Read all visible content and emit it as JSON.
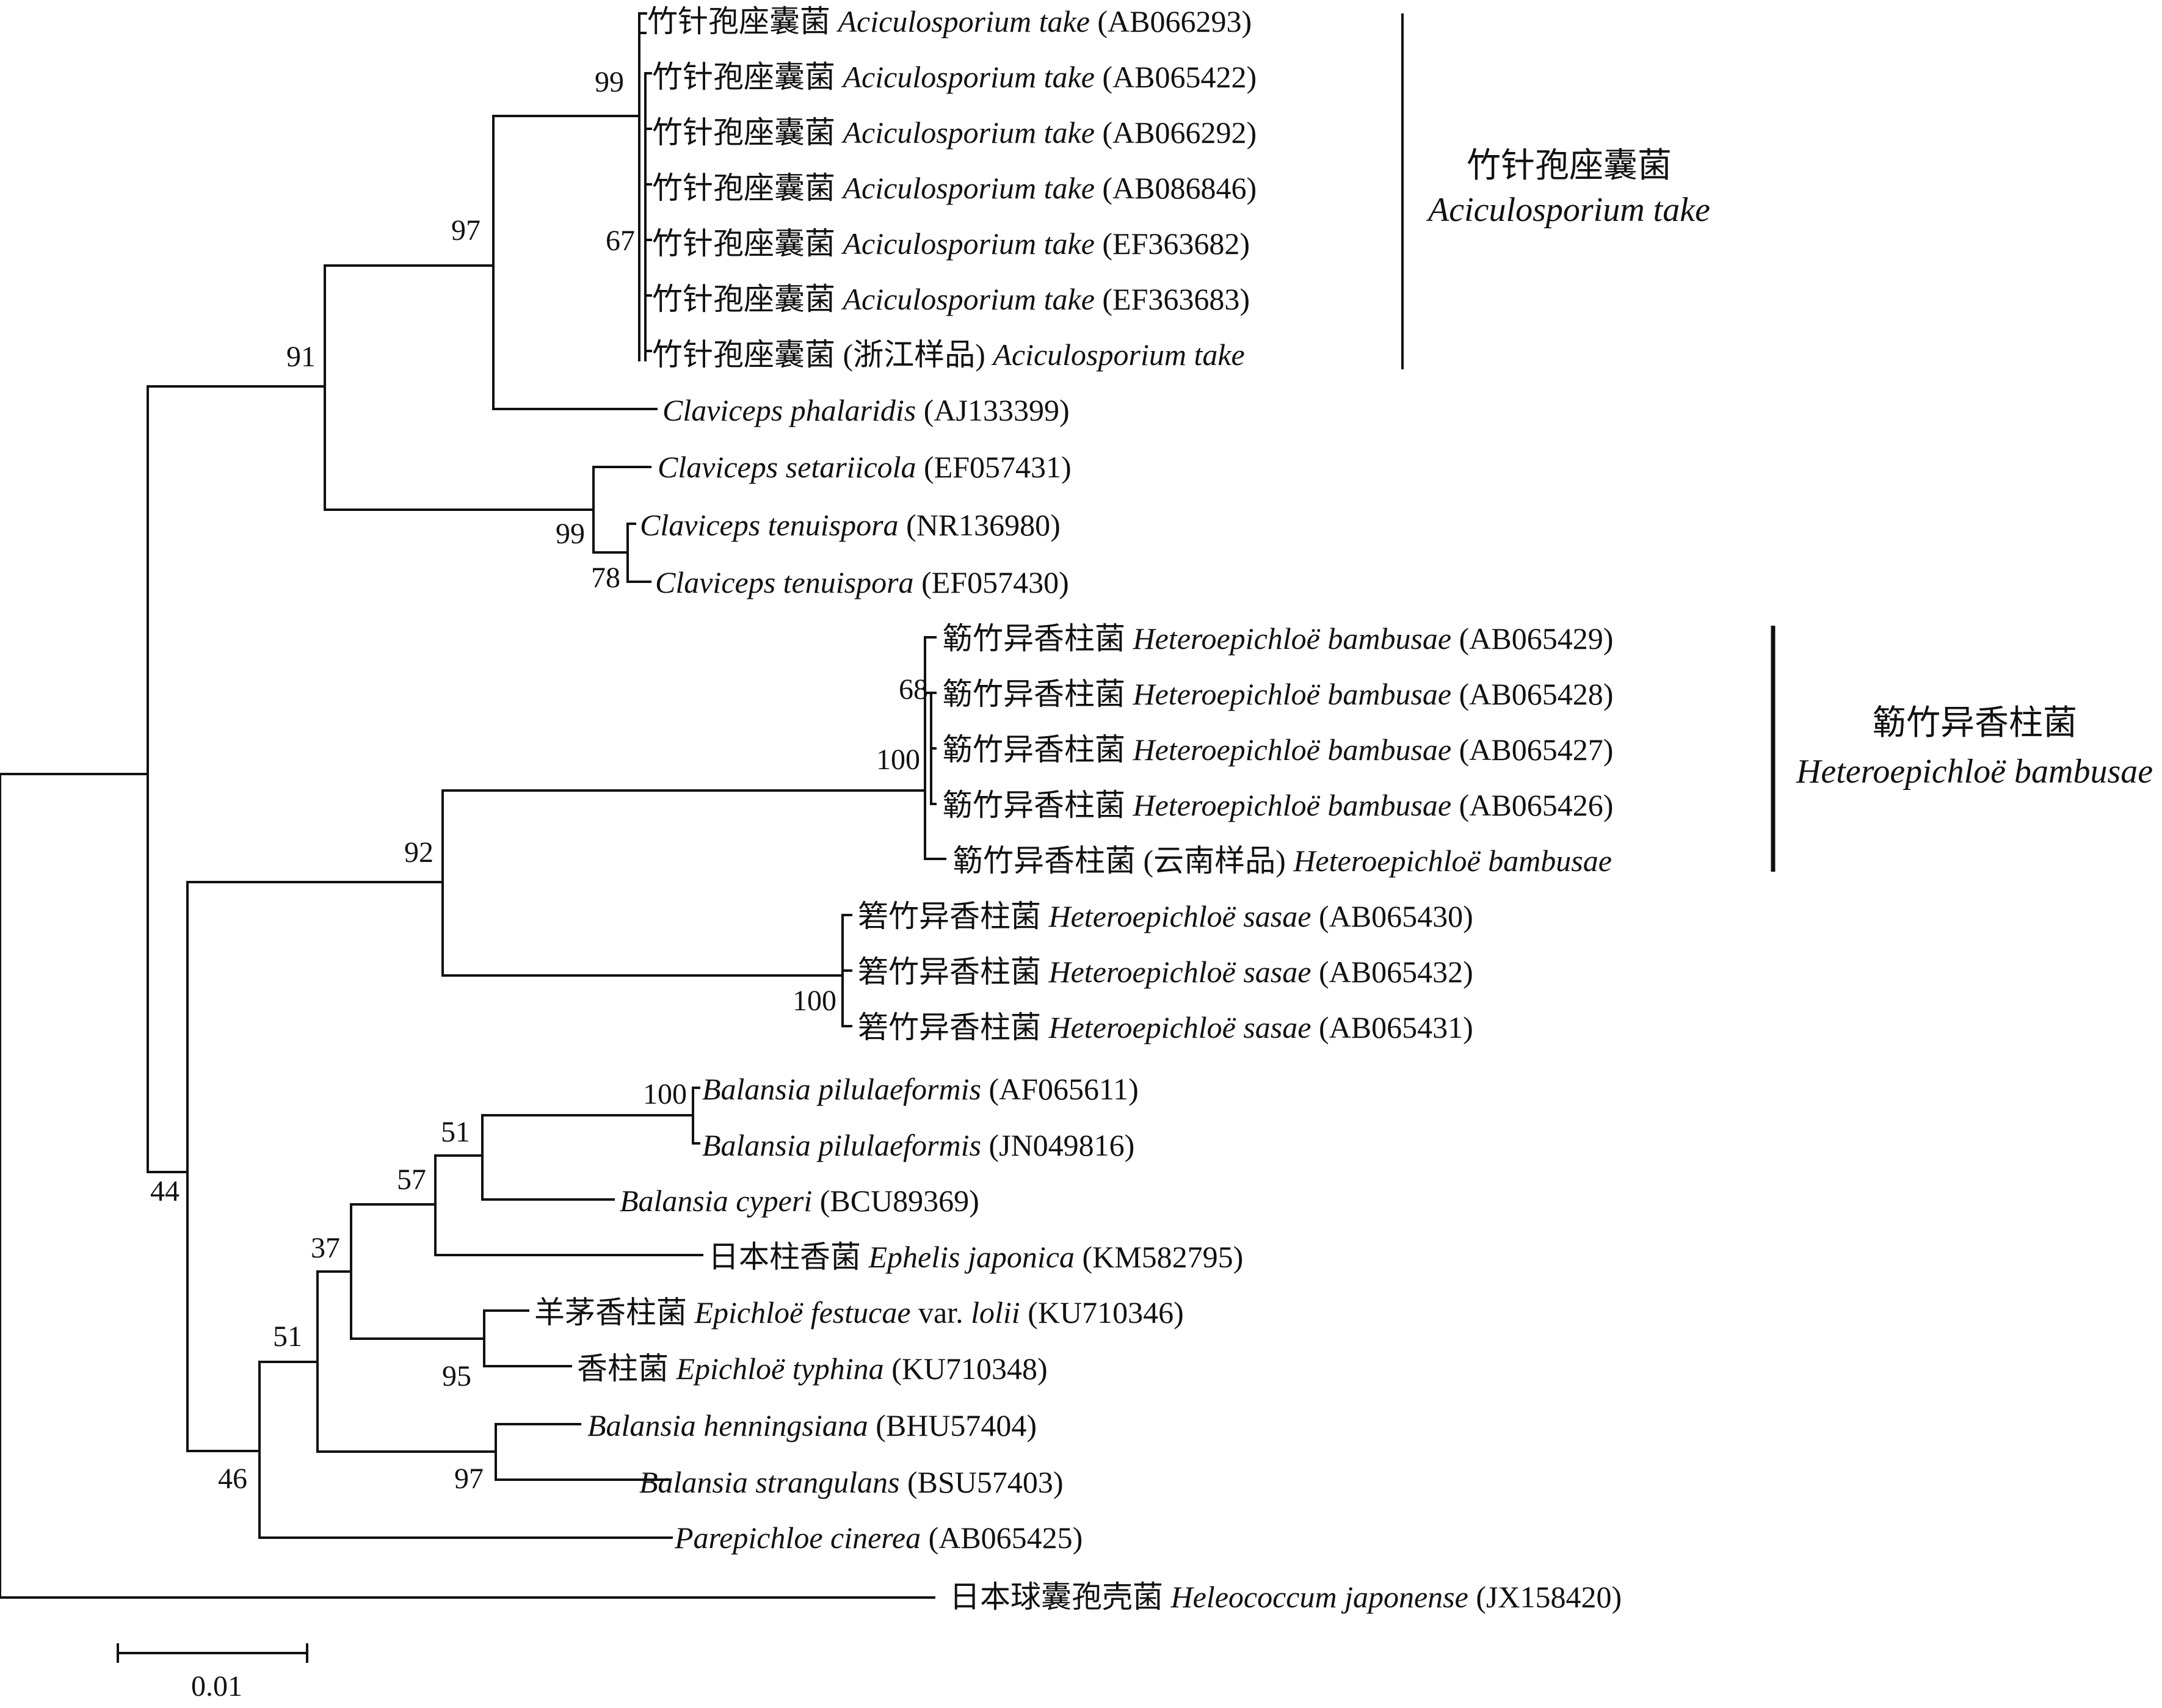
{
  "tree": {
    "scale_bar": {
      "label": "0.01"
    },
    "taxa": [
      {
        "id": "t1",
        "zh": "竹针孢座囊菌",
        "species": "Aciculosporium take",
        "acc": "(AB066293)"
      },
      {
        "id": "t2",
        "zh": "竹针孢座囊菌",
        "species": "Aciculosporium take",
        "acc": "(AB065422)"
      },
      {
        "id": "t3",
        "zh": "竹针孢座囊菌",
        "species": "Aciculosporium take",
        "acc": "(AB066292)"
      },
      {
        "id": "t4",
        "zh": "竹针孢座囊菌",
        "species": "Aciculosporium take",
        "acc": "(AB086846)"
      },
      {
        "id": "t5",
        "zh": "竹针孢座囊菌",
        "species": "Aciculosporium take",
        "acc": "(EF363682)"
      },
      {
        "id": "t6",
        "zh": "竹针孢座囊菌",
        "species": "Aciculosporium take",
        "acc": "(EF363683)"
      },
      {
        "id": "t7",
        "zh": "竹针孢座囊菌 (浙江样品)",
        "species": "Aciculosporium take",
        "acc": ""
      },
      {
        "id": "t8",
        "zh": "",
        "species": "Claviceps phalaridis",
        "acc": "(AJ133399)"
      },
      {
        "id": "t9",
        "zh": "",
        "species": "Claviceps setariicola",
        "acc": "(EF057431)"
      },
      {
        "id": "t10",
        "zh": "",
        "species": "Claviceps tenuispora",
        "acc": "(NR136980)"
      },
      {
        "id": "t11",
        "zh": "",
        "species": "Claviceps tenuispora",
        "acc": "(EF057430)"
      },
      {
        "id": "t12",
        "zh": "簕竹异香柱菌",
        "species": "Heteroepichloë bambusae",
        "acc": "(AB065429)"
      },
      {
        "id": "t13",
        "zh": "簕竹异香柱菌",
        "species": "Heteroepichloë bambusae",
        "acc": "(AB065428)"
      },
      {
        "id": "t14",
        "zh": "簕竹异香柱菌",
        "species": "Heteroepichloë bambusae",
        "acc": "(AB065427)"
      },
      {
        "id": "t15",
        "zh": "簕竹异香柱菌",
        "species": "Heteroepichloë bambusae",
        "acc": "(AB065426)"
      },
      {
        "id": "t16",
        "zh": "簕竹异香柱菌 (云南样品)",
        "species": "Heteroepichloë bambusae",
        "acc": ""
      },
      {
        "id": "t17",
        "zh": "箬竹异香柱菌",
        "species": "Heteroepichloë sasae",
        "acc": "(AB065430)"
      },
      {
        "id": "t18",
        "zh": "箬竹异香柱菌",
        "species": "Heteroepichloë sasae",
        "acc": "(AB065432)"
      },
      {
        "id": "t19",
        "zh": "箬竹异香柱菌",
        "species": "Heteroepichloë sasae",
        "acc": "(AB065431)"
      },
      {
        "id": "t20",
        "zh": "",
        "species": "Balansia pilulaeformis",
        "acc": "(AF065611)"
      },
      {
        "id": "t21",
        "zh": "",
        "species": "Balansia pilulaeformis",
        "acc": "(JN049816)"
      },
      {
        "id": "t22",
        "zh": "",
        "species": "Balansia cyperi",
        "acc": "(BCU89369)"
      },
      {
        "id": "t23",
        "zh": "日本柱香菌",
        "species": "Ephelis japonica",
        "acc": "(KM582795)"
      },
      {
        "id": "t24",
        "zh": "羊茅香柱菌",
        "species": "Epichloë festucae",
        "var": "var.",
        "var_name": "lolii",
        "acc": "(KU710346)"
      },
      {
        "id": "t25",
        "zh": "香柱菌",
        "species": "Epichloë typhina",
        "acc": "(KU710348)"
      },
      {
        "id": "t26",
        "zh": "",
        "species": "Balansia henningsiana",
        "acc": "(BHU57404)"
      },
      {
        "id": "t27",
        "zh": "",
        "species": "Balansia strangulans",
        "acc": "(BSU57403)"
      },
      {
        "id": "t28",
        "zh": "",
        "species": "Parepichloe cinerea",
        "acc": "(AB065425)"
      },
      {
        "id": "t29",
        "zh": "日本球囊孢壳菌",
        "species": "Heleococcum japonense",
        "acc": "(JX158420)"
      }
    ],
    "bootstrap": [
      "99",
      "67",
      "97",
      "91",
      "99",
      "78",
      "68",
      "100",
      "92",
      "100",
      "100",
      "51",
      "57",
      "37",
      "95",
      "51",
      "97",
      "46",
      "44"
    ],
    "clades": [
      {
        "zh": "竹针孢座囊菌",
        "latin": "Aciculosporium take"
      },
      {
        "zh": "簕竹异香柱菌",
        "latin": "Heteroepichloë bambusae"
      }
    ]
  }
}
